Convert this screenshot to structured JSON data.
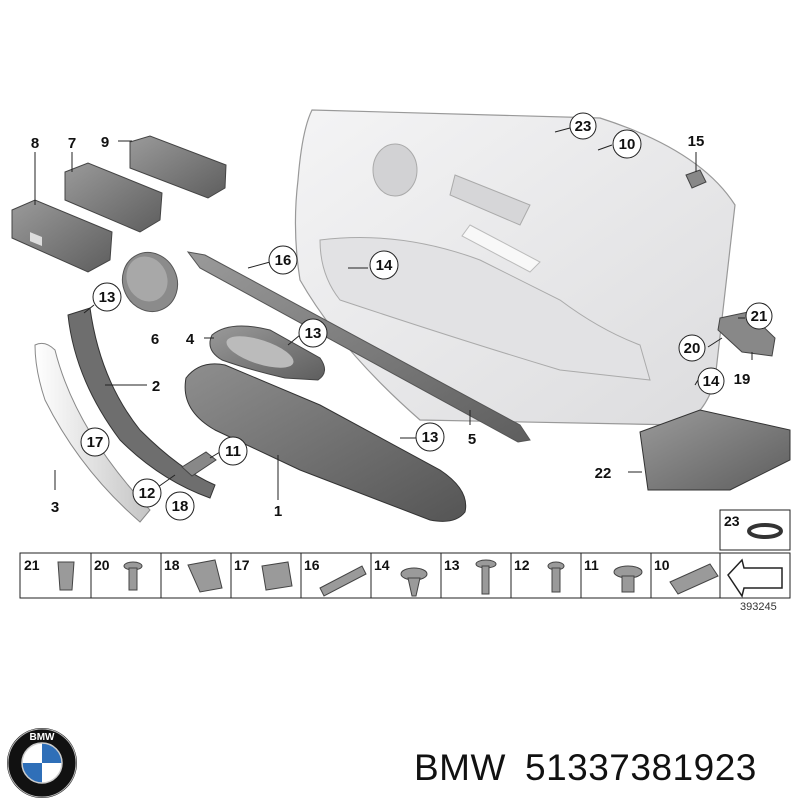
{
  "diagram": {
    "callouts": [
      "8",
      "7",
      "9",
      "23",
      "10",
      "15",
      "13",
      "6",
      "4",
      "16",
      "14",
      "13",
      "21",
      "20",
      "19",
      "2",
      "14",
      "13",
      "17",
      "11",
      "12",
      "18",
      "3",
      "1",
      "5",
      "22"
    ],
    "parts_row": [
      "21",
      "20",
      "18",
      "17",
      "16",
      "14",
      "13",
      "12",
      "11",
      "10"
    ],
    "washer_label": "23",
    "reference_number": "393245"
  },
  "footer": {
    "brand": "BMW",
    "part_number": "51337381923",
    "logo_letters": "BMW"
  },
  "colors": {
    "part_gray": "#7d7d7d",
    "panel_light": "#eeeeef",
    "logo_blue": "#2f6fb8"
  },
  "icons": [
    "bmw-logo-icon",
    "fold-arrow-icon"
  ]
}
